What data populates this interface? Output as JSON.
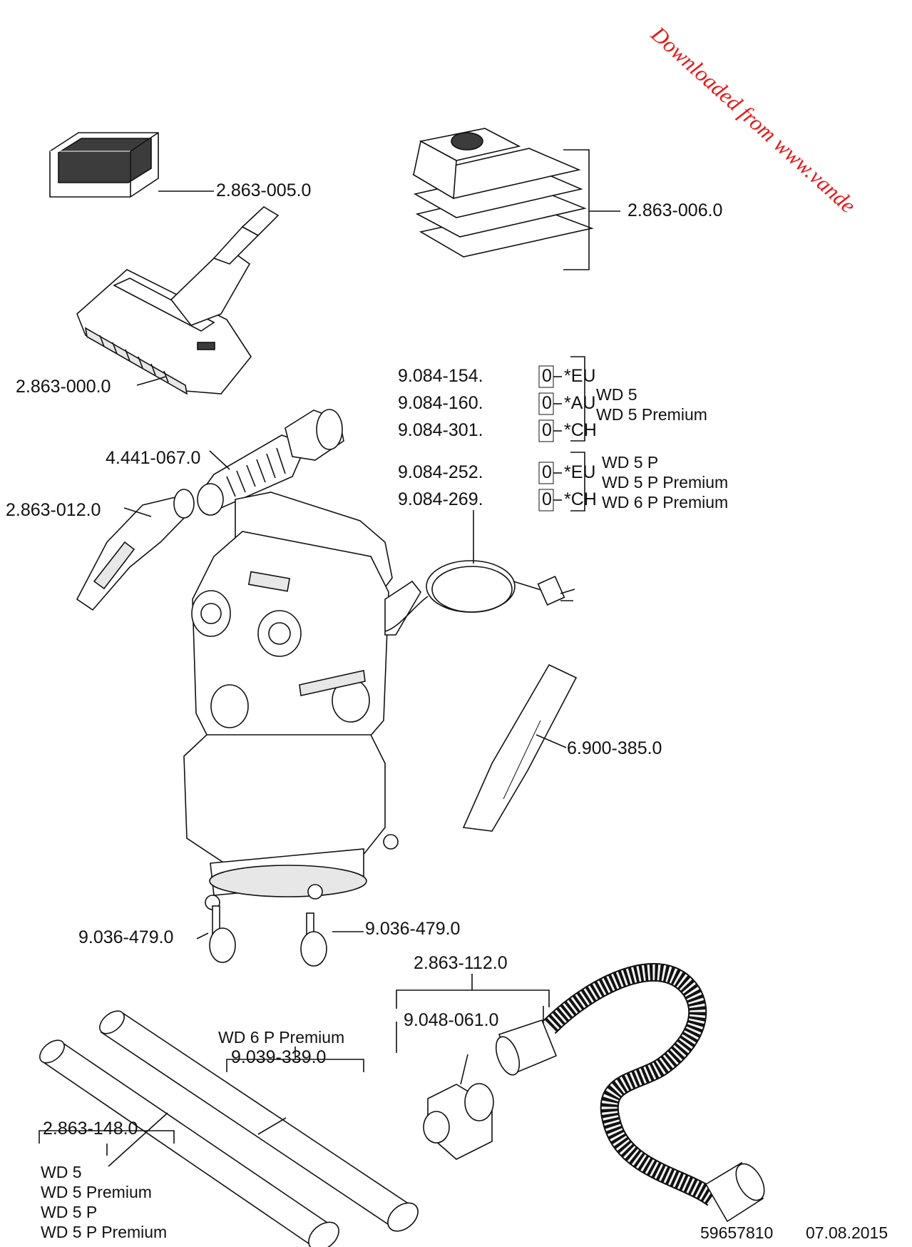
{
  "watermark": "Downloaded from www.vande",
  "parts": {
    "flat_filter": "2.863-005.0",
    "filter_bags": "2.863-006.0",
    "floor_nozzle": "2.863-000.0",
    "adapter": "4.441-067.0",
    "elbow": "2.863-012.0",
    "crevice_nozzle": "6.900-385.0",
    "castor_left": "9.036-479.0",
    "castor_right": "9.036-479.0",
    "hose_kit": "2.863-112.0",
    "hose_adapter": "9.048-061.0",
    "tube_premium": "9.039-339.0",
    "tubes": "2.863-148.0"
  },
  "cables": [
    {
      "number": "9.084-154.",
      "variant": "0",
      "region": "*EU"
    },
    {
      "number": "9.084-160.",
      "variant": "0",
      "region": "*AU"
    },
    {
      "number": "9.084-301.",
      "variant": "0",
      "region": "*CH"
    },
    {
      "number": "9.084-252.",
      "variant": "0",
      "region": "*EU"
    },
    {
      "number": "9.084-269.",
      "variant": "0",
      "region": "*CH"
    }
  ],
  "models_group_1": [
    "WD 5",
    "WD 5 Premium"
  ],
  "models_group_2": [
    "WD 5 P",
    "WD 5 P Premium",
    "WD 6 P Premium"
  ],
  "tube_premium_model": "WD 6 P Premium",
  "tubes_models": [
    "WD 5",
    "WD 5  Premium",
    "WD 5 P",
    "WD 5 P Premium"
  ],
  "footer": {
    "doc_number": "59657810",
    "date": "07.08.2015"
  }
}
